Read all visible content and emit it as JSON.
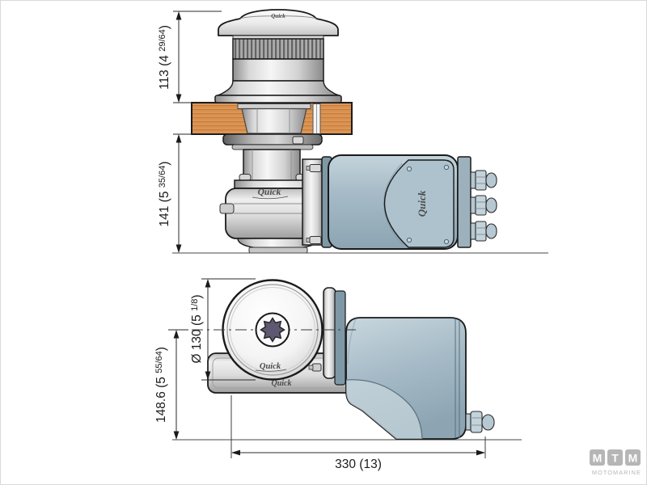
{
  "dimensions": {
    "above_deck": {
      "main": "113 (4 ",
      "frac": "29/64",
      "end": ")"
    },
    "below_deck": {
      "main": "141 (5 ",
      "frac": "35/64",
      "end": ")"
    },
    "drum_diameter": {
      "main": "Ø 130 (5 ",
      "frac": "1/8",
      "end": ")"
    },
    "axis_to_base": {
      "main": "148.6 (5 ",
      "frac": "55/64",
      "end": ")"
    },
    "overall_length": {
      "main": "330 (13)"
    }
  },
  "branding": {
    "quick_logo": "Quick",
    "mtm": {
      "l1": "M",
      "l2": "T",
      "l3": "M",
      "subtitle": "MOTOMARINE"
    }
  },
  "colors": {
    "deck_wood": "#e49a58",
    "motor_housing": "#a6bbc7",
    "drive_star": "#5e5870",
    "dimension_ink": "#1b1b1b",
    "watermark_gray": "#b6b6b6"
  }
}
